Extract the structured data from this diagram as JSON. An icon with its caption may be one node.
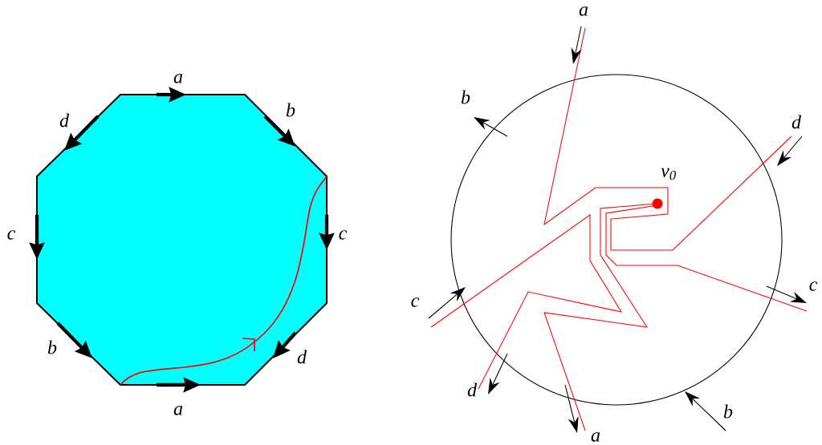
{
  "diagram": {
    "labels": [
      "a",
      "d",
      "b",
      "c",
      "c",
      "b",
      "d",
      "a",
      "a",
      "b",
      "d",
      "v$_{0}$",
      "c",
      "c",
      "d",
      "a",
      "b"
    ]
  }
}
